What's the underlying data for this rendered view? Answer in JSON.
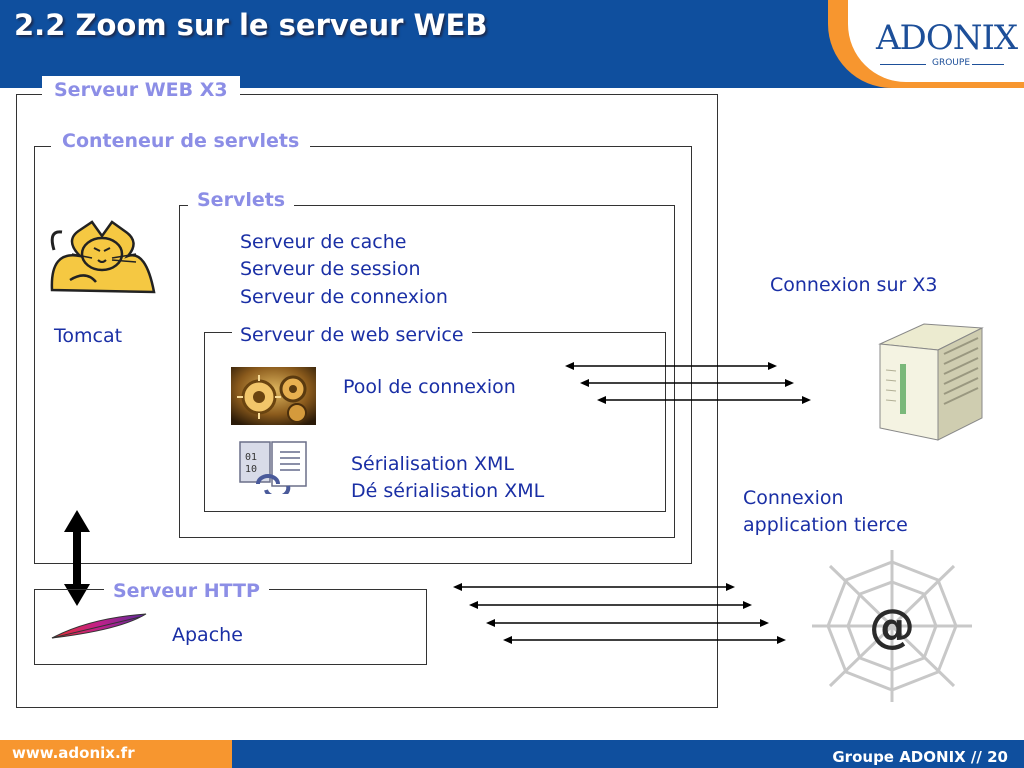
{
  "header": {
    "title": "2.2 Zoom sur le serveur WEB",
    "logo_text": "ADONIX",
    "logo_sub": "GROUPE"
  },
  "diagram": {
    "outer_box": "Serveur WEB X3",
    "container_box": "Conteneur de servlets",
    "servlets_box": "Servlets",
    "servlets_list": [
      "Serveur de cache",
      "Serveur de session",
      "Serveur de connexion"
    ],
    "webservice_box": "Serveur de web service",
    "pool_label": "Pool de connexion",
    "serialisation": [
      "Sérialisation XML",
      "Dé sérialisation XML"
    ],
    "tomcat_label": "Tomcat",
    "http_box": "Serveur HTTP",
    "apache_label": "Apache",
    "connexion_x3": "Connexion sur X3",
    "connexion_tierce": [
      "Connexion",
      "application tierce"
    ],
    "icons": [
      "tomcat-cat-icon",
      "gears-icon",
      "xml-documents-icon",
      "apache-feather-icon",
      "server-tower-icon",
      "web-at-icon"
    ]
  },
  "footer": {
    "url": "www.adonix.fr",
    "page": "Groupe ADONIX // 20"
  },
  "colors": {
    "header_blue": "#0f4f9e",
    "accent_orange": "#f7962f",
    "legend_text": "#8c8ee6",
    "body_text": "#1a2fa5"
  }
}
